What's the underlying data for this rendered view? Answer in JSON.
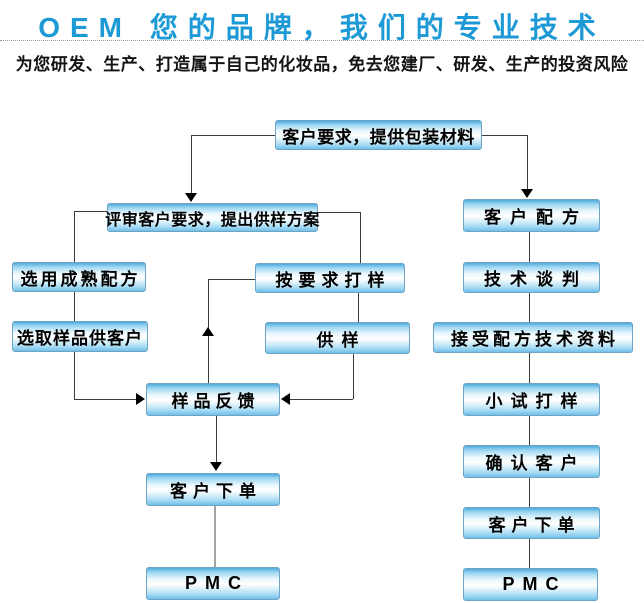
{
  "header": {
    "title": "OEM 您的品牌，我们的专业技术",
    "subtitle": "为您研发、生产、打造属于自己的化妆品，免去您建厂、研发、生产的投资风险"
  },
  "colors": {
    "title_blue": "#1d9ad5",
    "box_border": "#6fa3c4",
    "box_gradient_top": "#4fabdd",
    "box_gradient_middle": "#ffffff",
    "box_gradient_bottom": "#6fc0e9",
    "connector_line": "#3c3c3c",
    "connector_line_gray": "#a4a4a4",
    "text_black": "#000000"
  },
  "flowchart": {
    "nodes": {
      "packaging": {
        "label": "客户要求，提供包装材料"
      },
      "review": {
        "label": "评审客户要求，提出供样方案"
      },
      "customer_formula": {
        "label": "客户配方"
      },
      "mature_formula": {
        "label": "选用成熟配方"
      },
      "select_samples": {
        "label": "选取样品供客户"
      },
      "sample_on_request": {
        "label": "按要求打样"
      },
      "provide_sample": {
        "label": "供样"
      },
      "sample_feedback": {
        "label": "样品反馈"
      },
      "customer_order_left": {
        "label": "客户下单"
      },
      "pmc_left": {
        "label": "PMC"
      },
      "tech_negotiation": {
        "label": "技术谈判"
      },
      "receive_formula_docs": {
        "label": "接受配方技术资料"
      },
      "trial_sample": {
        "label": "小试打样"
      },
      "confirm_customer": {
        "label": "确认客户"
      },
      "customer_order_right": {
        "label": "客户下单"
      },
      "pmc_right": {
        "label": "PMC"
      }
    }
  }
}
